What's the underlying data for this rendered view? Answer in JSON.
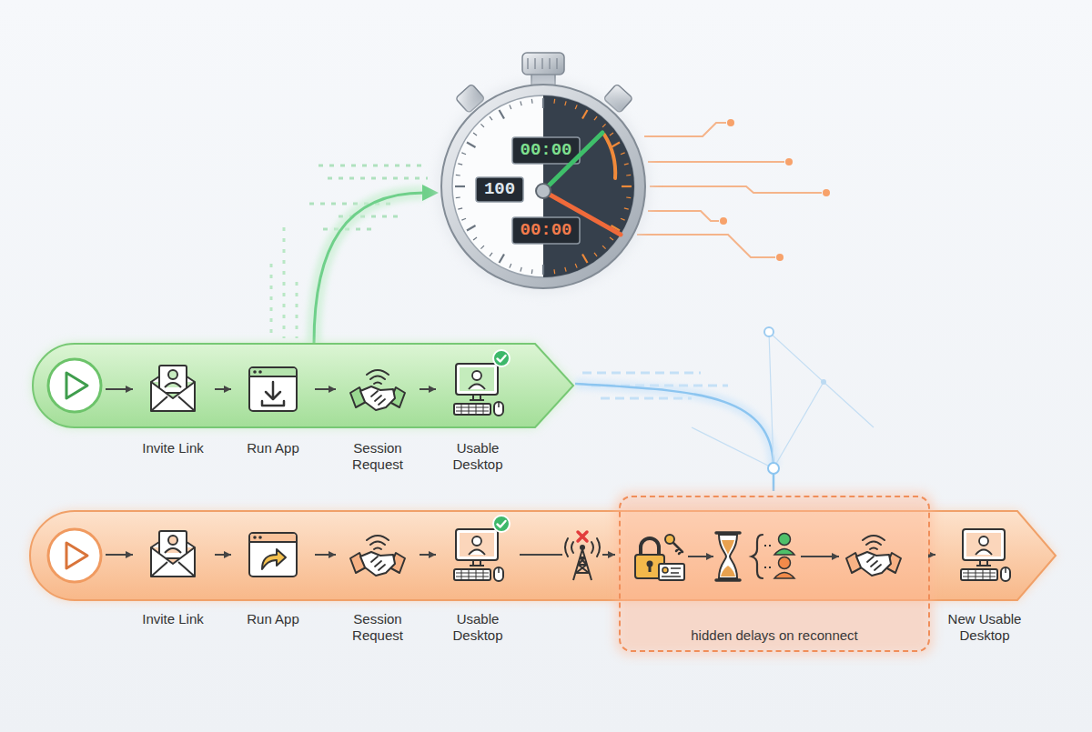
{
  "diagram": {
    "nodes": [
      {
        "text": [
          "Invite Link"
        ]
      },
      {
        "text": [
          "Run App"
        ]
      },
      {
        "text": [
          "Session Request"
        ]
      },
      {
        "text": [
          "Usable Desktop"
        ]
      },
      {
        "text": [
          "Invite Link"
        ]
      },
      {
        "text": [
          "Run App"
        ]
      },
      {
        "text": [
          "Session Request"
        ]
      },
      {
        "text": [
          "Usable Desktop"
        ]
      },
      {
        "text": [
          "hidden delays on reconnect"
        ]
      },
      {
        "text": [
          "New Usable Desktop"
        ]
      }
    ],
    "edges": [
      {
        "from": 0,
        "to": 1,
        "arrow": "to"
      },
      {
        "from": 1,
        "to": 2,
        "arrow": "to"
      },
      {
        "from": 2,
        "to": 3,
        "arrow": "to"
      },
      {
        "from": 4,
        "to": 5,
        "arrow": "to"
      },
      {
        "from": 5,
        "to": 6,
        "arrow": "to"
      },
      {
        "from": 6,
        "to": 7,
        "arrow": "to"
      },
      {
        "from": 7,
        "to": 8,
        "arrow": "to"
      },
      {
        "from": 8,
        "to": 9,
        "arrow": "to"
      }
    ],
    "labels": [
      "00:00",
      "100",
      "00:00"
    ]
  }
}
